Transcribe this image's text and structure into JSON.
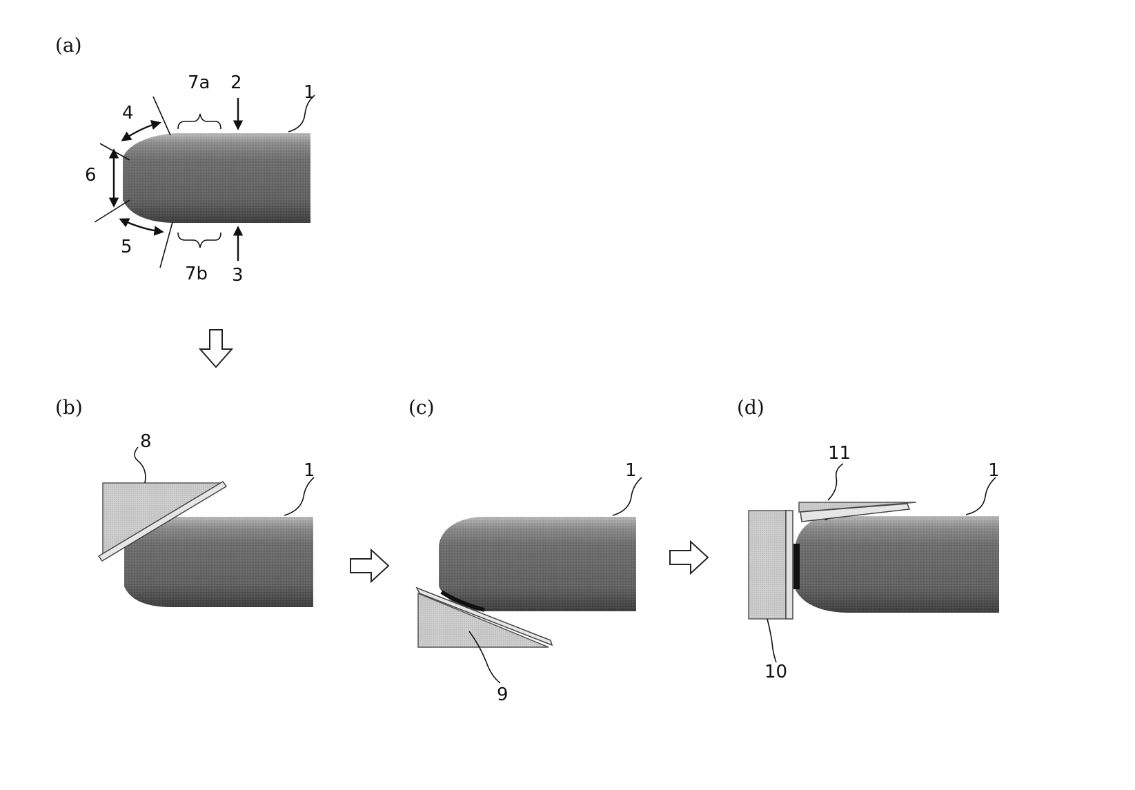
{
  "panels": {
    "a": "(a)",
    "b": "(b)",
    "c": "(c)",
    "d": "(d)"
  },
  "callouts": {
    "a": {
      "n1": "1",
      "n2": "2",
      "n3": "3",
      "n4": "4",
      "n5": "5",
      "n6": "6",
      "n7a": "7a",
      "n7b": "7b"
    },
    "b": {
      "n8": "8",
      "n1": "1"
    },
    "c": {
      "n1": "1",
      "n9": "9"
    },
    "d": {
      "n11": "11",
      "n1": "1",
      "n10": "10"
    }
  }
}
